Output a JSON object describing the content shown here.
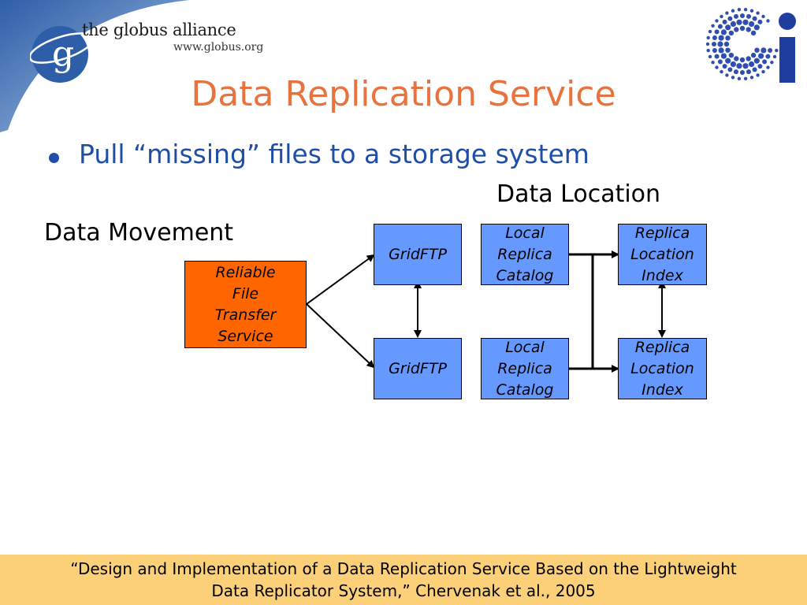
{
  "header": {
    "org_name": "the globus alliance",
    "org_url": "www.globus.org",
    "logo_letter": "g",
    "gi_logo_letter": "i",
    "swoosh_color": "#3f6fb7"
  },
  "slide": {
    "title": "Data Replication Service",
    "bullet": "Pull “missing” files to a storage system"
  },
  "diagram": {
    "labels": {
      "data_location": "Data Location",
      "data_movement": "Data Movement"
    },
    "nodes": {
      "rft": [
        "Reliable",
        "File",
        "Transfer",
        "Service"
      ],
      "gridftp_top": "GridFTP",
      "gridftp_bottom": "GridFTP",
      "lrc_top": [
        "Local",
        "Replica",
        "Catalog"
      ],
      "lrc_bottom": [
        "Local",
        "Replica",
        "Catalog"
      ],
      "rli_top": [
        "Replica",
        "Location",
        "Index"
      ],
      "rli_bottom": [
        "Replica",
        "Location",
        "Index"
      ]
    },
    "colors": {
      "node_blue": "#6699ff",
      "node_orange": "#ff6600"
    }
  },
  "footer": {
    "line1": "“Design and Implementation of a Data Replication Service Based on the Lightweight",
    "line2": "Data Replicator System,” Chervenak et al., 2005",
    "background": "#fbd078"
  }
}
